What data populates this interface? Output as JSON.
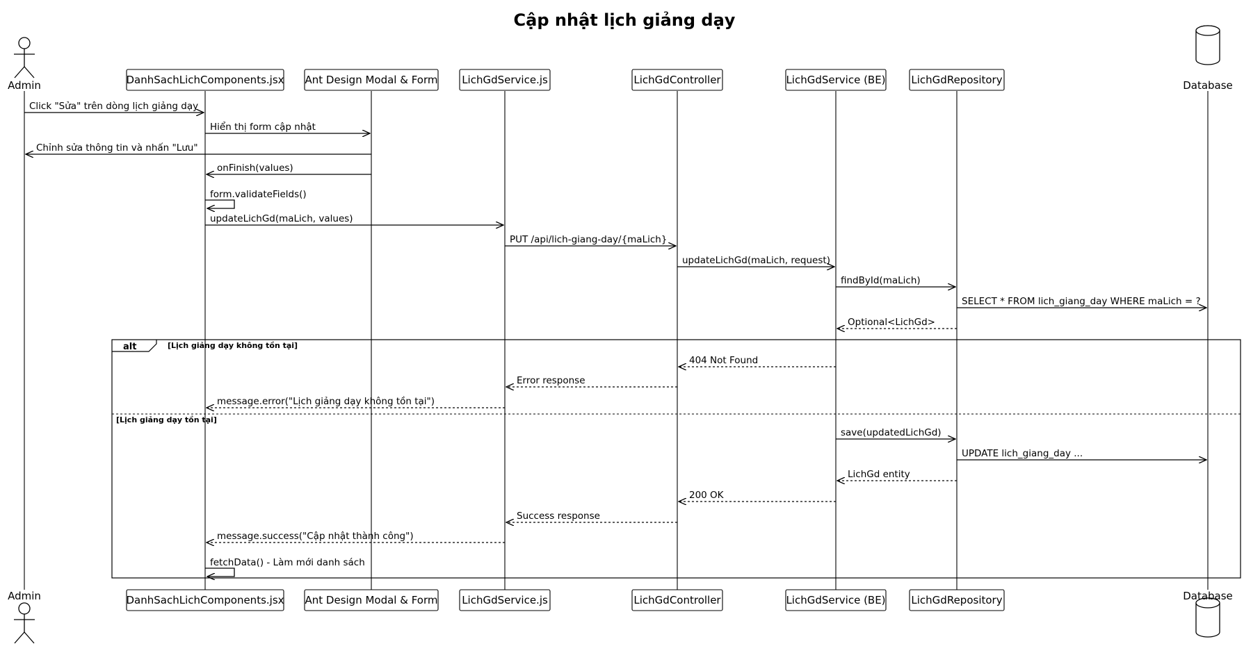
{
  "title": "Cập nhật lịch giảng dạy",
  "participants": [
    {
      "id": "admin",
      "label": "Admin",
      "kind": "actor"
    },
    {
      "id": "ui",
      "label": "DanhSachLichComponents.jsx",
      "kind": "box"
    },
    {
      "id": "modal",
      "label": "Ant Design Modal & Form",
      "kind": "box"
    },
    {
      "id": "fesvc",
      "label": "LichGdService.js",
      "kind": "box"
    },
    {
      "id": "ctrl",
      "label": "LichGdController",
      "kind": "box"
    },
    {
      "id": "besvc",
      "label": "LichGdService (BE)",
      "kind": "box"
    },
    {
      "id": "repo",
      "label": "LichGdRepository",
      "kind": "box"
    },
    {
      "id": "db",
      "label": "Database",
      "kind": "database"
    }
  ],
  "messages": [
    {
      "from": "admin",
      "to": "ui",
      "text": "Click \"Sửa\" trên dòng lịch giảng dạy",
      "style": "solid"
    },
    {
      "from": "ui",
      "to": "modal",
      "text": "Hiển thị form cập nhật",
      "style": "solid"
    },
    {
      "from": "modal",
      "to": "admin",
      "text": "Chỉnh sửa thông tin và nhấn \"Lưu\"",
      "style": "solid"
    },
    {
      "from": "modal",
      "to": "ui",
      "text": "onFinish(values)",
      "style": "solid"
    },
    {
      "from": "ui",
      "to": "ui",
      "text": "form.validateFields()",
      "style": "self"
    },
    {
      "from": "ui",
      "to": "fesvc",
      "text": "updateLichGd(maLich, values)",
      "style": "solid"
    },
    {
      "from": "fesvc",
      "to": "ctrl",
      "text": "PUT /api/lich-giang-day/{maLich}",
      "style": "solid"
    },
    {
      "from": "ctrl",
      "to": "besvc",
      "text": "updateLichGd(maLich, request)",
      "style": "solid"
    },
    {
      "from": "besvc",
      "to": "repo",
      "text": "findById(maLich)",
      "style": "solid"
    },
    {
      "from": "repo",
      "to": "db",
      "text": "SELECT * FROM lich_giang_day WHERE maLich = ?",
      "style": "solid"
    },
    {
      "from": "repo",
      "to": "besvc",
      "text": "Optional<LichGd>",
      "style": "dashed"
    },
    {
      "from": "besvc",
      "to": "ctrl",
      "text": "404 Not Found",
      "style": "dashed"
    },
    {
      "from": "ctrl",
      "to": "fesvc",
      "text": "Error response",
      "style": "dashed"
    },
    {
      "from": "fesvc",
      "to": "ui",
      "text": "message.error(\"Lịch giảng dạy không tồn tại\")",
      "style": "dashed"
    },
    {
      "from": "besvc",
      "to": "repo",
      "text": "save(updatedLichGd)",
      "style": "solid"
    },
    {
      "from": "repo",
      "to": "db",
      "text": "UPDATE lich_giang_day ...",
      "style": "solid"
    },
    {
      "from": "repo",
      "to": "besvc",
      "text": "LichGd entity",
      "style": "dashed"
    },
    {
      "from": "besvc",
      "to": "ctrl",
      "text": "200 OK",
      "style": "dashed"
    },
    {
      "from": "ctrl",
      "to": "fesvc",
      "text": "Success response",
      "style": "dashed"
    },
    {
      "from": "fesvc",
      "to": "ui",
      "text": "message.success(\"Cập nhật thành công\")",
      "style": "dashed"
    },
    {
      "from": "ui",
      "to": "ui",
      "text": "fetchData() - Làm mới danh sách",
      "style": "self"
    }
  ],
  "alt_group": {
    "keyword": "alt",
    "conditions": [
      "[Lịch giảng dạy không tồn tại]",
      "[Lịch giảng dạy tồn tại]"
    ]
  }
}
